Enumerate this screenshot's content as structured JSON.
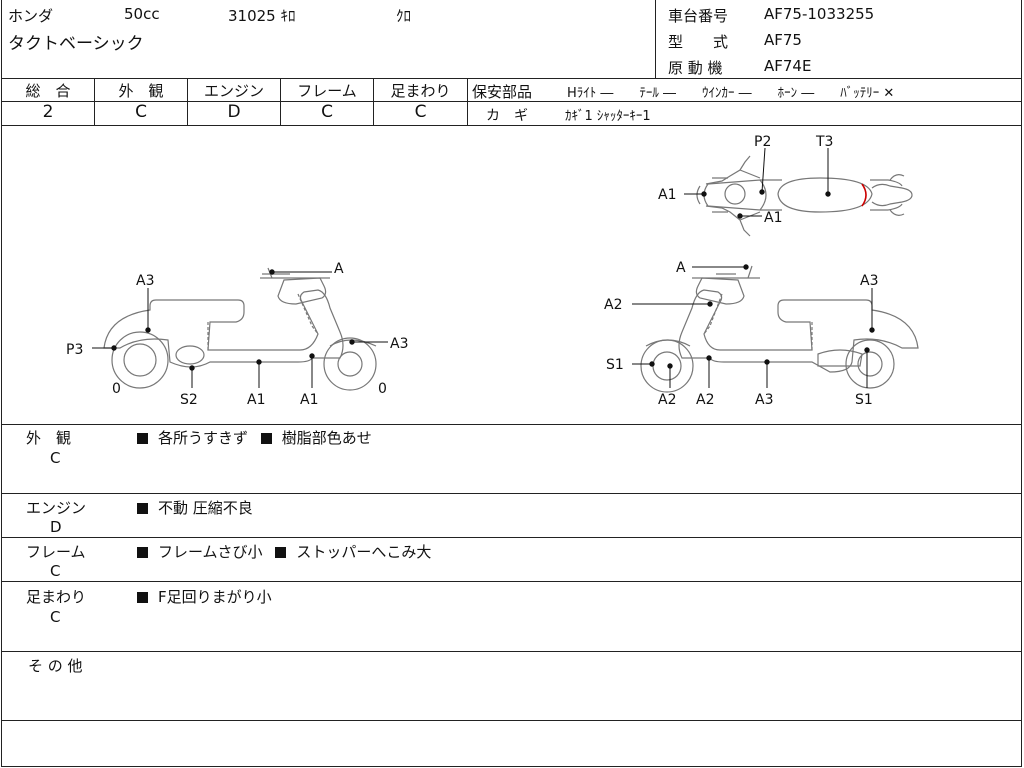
{
  "header": {
    "maker": "ホンダ",
    "displacement": "50cc",
    "mileage": "31025 ｷﾛ",
    "color": "ｸﾛ",
    "model_name": "タクトベーシック",
    "frame_no_label": "車台番号",
    "frame_no": "AF75-1033255",
    "type_label": "型　　式",
    "type_value": "AF75",
    "engine_label": "原 動 機",
    "engine_value": "AF74E"
  },
  "grades": [
    {
      "label": "総　合",
      "value": "2"
    },
    {
      "label": "外　観",
      "value": "C"
    },
    {
      "label": "エンジン",
      "value": "D"
    },
    {
      "label": "フレーム",
      "value": "C"
    },
    {
      "label": "足まわり",
      "value": "C"
    }
  ],
  "safety": {
    "label": "保安部品",
    "items_text": "Hﾗｲﾄ ―　　ﾃｰﾙ ―　　ｳｲﾝｶｰ ―　　ﾎｰﾝ ―　　ﾊﾞｯﾃﾘｰ ✕",
    "key_label": "カ　ギ",
    "key_value": "ｶｷﾞ1 ｼｬｯﾀｰｷｰ1"
  },
  "diagram_labels": {
    "top_p2": "P2",
    "top_t3": "T3",
    "top_a1_left": "A1",
    "top_a1_right": "A1",
    "left_a3_top": "A3",
    "left_a": "A",
    "left_p3": "P3",
    "left_a3_right": "A3",
    "left_0_left": "0",
    "left_0_right": "0",
    "left_s2": "S2",
    "left_a1_mid": "A1",
    "left_a1_right": "A1",
    "right_a": "A",
    "right_a3_top": "A3",
    "right_a2_top": "A2",
    "right_s1_left": "S1",
    "right_a2_bottom_left": "A2",
    "right_a2_bottom_mid": "A2",
    "right_a3_bottom": "A3",
    "right_s1_right": "S1"
  },
  "sections": [
    {
      "label": "外　観",
      "grade": "C",
      "notes": [
        "各所うすきず",
        "樹脂部色あせ"
      ]
    },
    {
      "label": "エンジン",
      "grade": "D",
      "notes": [
        "不動 圧縮不良"
      ]
    },
    {
      "label": "フレーム",
      "grade": "C",
      "notes": [
        "フレームさび小",
        "ストッパーへこみ大"
      ]
    },
    {
      "label": "足まわり",
      "grade": "C",
      "notes": [
        "F足回りまがり小"
      ]
    }
  ],
  "other": {
    "label": "そ の 他"
  }
}
